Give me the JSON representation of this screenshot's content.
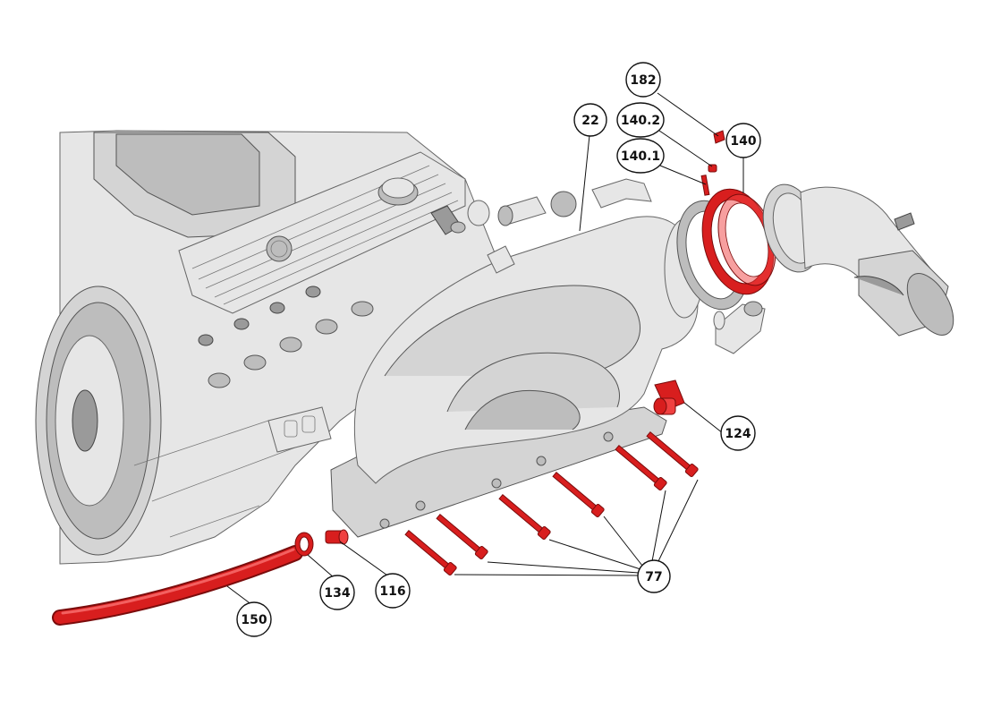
{
  "callouts": [
    {
      "id": "182",
      "label": "182"
    },
    {
      "id": "140.2",
      "label": "140.2"
    },
    {
      "id": "140",
      "label": "140"
    },
    {
      "id": "140.1",
      "label": "140.1"
    },
    {
      "id": "22",
      "label": "22"
    },
    {
      "id": "124",
      "label": "124"
    },
    {
      "id": "77",
      "label": "77"
    },
    {
      "id": "116",
      "label": "116"
    },
    {
      "id": "134",
      "label": "134"
    },
    {
      "id": "150",
      "label": "150"
    }
  ],
  "colors": {
    "highlight_red": "#d81e1e",
    "part_gray": "#d4d4d4",
    "outline": "#111111"
  }
}
